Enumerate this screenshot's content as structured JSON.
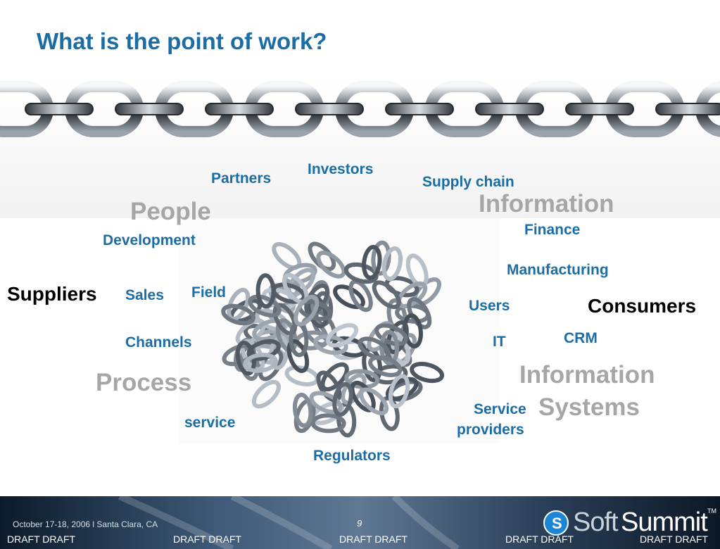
{
  "slide": {
    "title": "What is the point of work?",
    "words": [
      {
        "key": "investors",
        "text": "Investors"
      },
      {
        "key": "partners",
        "text": "Partners"
      },
      {
        "key": "supply_chain",
        "text": "Supply chain"
      },
      {
        "key": "people",
        "text": "People"
      },
      {
        "key": "information",
        "text": "Information"
      },
      {
        "key": "development",
        "text": "Development"
      },
      {
        "key": "finance",
        "text": "Finance"
      },
      {
        "key": "manufacturing",
        "text": "Manufacturing"
      },
      {
        "key": "suppliers",
        "text": "Suppliers"
      },
      {
        "key": "sales",
        "text": "Sales"
      },
      {
        "key": "field",
        "text": "Field"
      },
      {
        "key": "users",
        "text": "Users"
      },
      {
        "key": "consumers",
        "text": "Consumers"
      },
      {
        "key": "channels",
        "text": "Channels"
      },
      {
        "key": "it",
        "text": "IT"
      },
      {
        "key": "crm",
        "text": "CRM"
      },
      {
        "key": "process",
        "text": "Process"
      },
      {
        "key": "information_systems_line1",
        "text": "Information"
      },
      {
        "key": "information_systems_line2",
        "text": "Systems"
      },
      {
        "key": "service_providers_line1",
        "text": "Service"
      },
      {
        "key": "service_providers_line2",
        "text": "providers"
      },
      {
        "key": "service",
        "text": "service"
      },
      {
        "key": "regulators",
        "text": "Regulators"
      }
    ]
  },
  "footer": {
    "date": "October 17-18, 2006 l Santa Clara, CA",
    "page_number": "9",
    "draft_labels": [
      "DRAFT DRAFT",
      "DRAFT DRAFT",
      "DRAFT DRAFT",
      "DRAFT DRAFT",
      "DRAFT DRAFT"
    ],
    "logo": {
      "soft": "Soft",
      "summit": "Summit",
      "tm": "TM",
      "icon": "softsummit-logo-icon"
    }
  },
  "colors": {
    "title_blue": "#1a6da5",
    "label_gray": "#a6a6a6",
    "label_black": "#000000",
    "logo_blue": "#1b86d6"
  }
}
